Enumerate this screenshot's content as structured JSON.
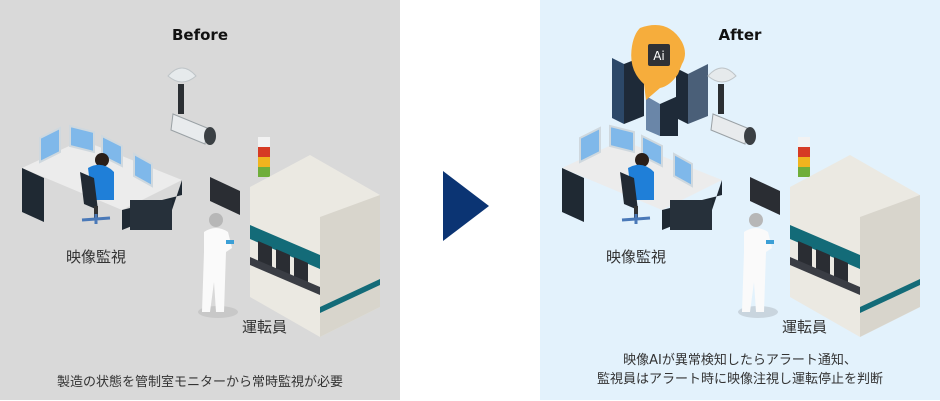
{
  "before": {
    "title": "Before",
    "label_monitoring": "映像監視",
    "label_operator": "運転員",
    "caption": "製造の状態を管制室モニターから常時監視が必要",
    "background": "#d9d9d9"
  },
  "after": {
    "title": "After",
    "label_monitoring": "映像監視",
    "label_operator": "運転員",
    "ai_badge": "Ai",
    "caption_line1": "映像AIが異常検知したらアラート通知、",
    "caption_line2": "監視員はアラート時に映像注視し運転停止を判断",
    "background": "#e3f2fc"
  },
  "arrow": {
    "icon": "triangle-right-icon",
    "color": "#0b3473"
  },
  "colors": {
    "ai_orange": "#f6ad3c",
    "machine_teal": "#136b78",
    "operator_blue": "#1f7fd8"
  }
}
